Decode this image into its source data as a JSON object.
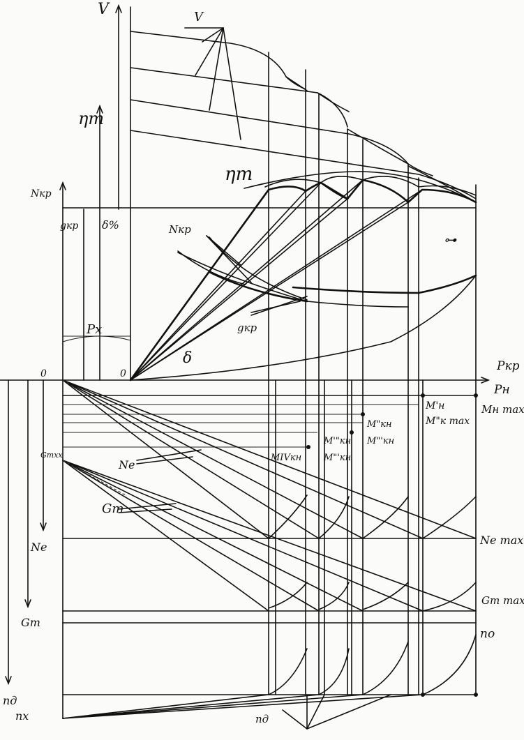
{
  "labels": {
    "v_axis": "V",
    "v_top": "V",
    "eta_t_axis": "ηт",
    "eta_t_curve": "ηт",
    "n_kr": "Nкр",
    "g_kr": "gкр",
    "delta_pct": "δ%",
    "n_kr_curve": "Nкр",
    "g_kr_curve": "gкр",
    "p_x": "Px",
    "delta": "δ",
    "zero_left": "0",
    "zero_mid": "0",
    "p_kr": "Pкр",
    "p_n": "Pн",
    "m_n_max": "Mн max",
    "m_n1": "M'н",
    "m_k1_max": "M\"к max",
    "m_kn2": "M\"кн",
    "m_kn3": "M\"'кн",
    "m_kn4": "M'\"кн",
    "m_kn5": "M\"'кн",
    "m_kn6": "MIVкн",
    "g_txx": "Gтхх",
    "n_e": "Ne",
    "g_t": "Gт",
    "n_e_axis": "Ne",
    "g_t_axis": "Gт",
    "n_e_max": "Ne max",
    "g_t_max": "Gт max",
    "n_o": "nо",
    "n_d_axis": "nд",
    "n_x": "nх",
    "n_d": "nд",
    "mark": "⊶"
  }
}
